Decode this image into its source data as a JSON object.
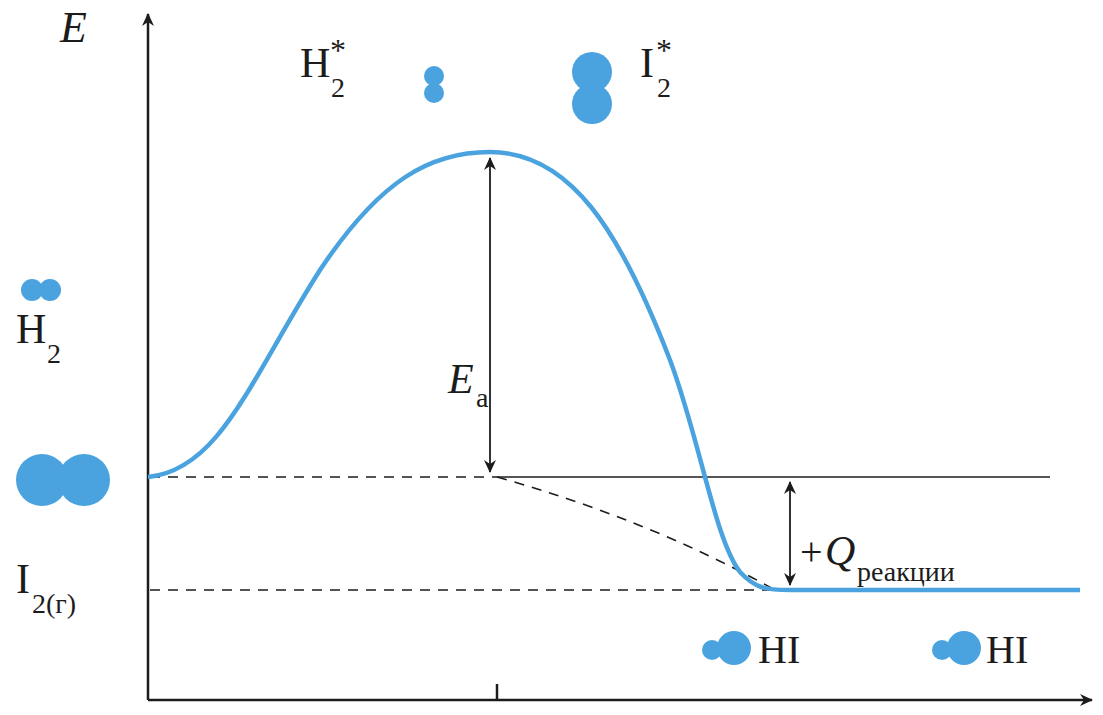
{
  "diagram": {
    "labels": [
      "E",
      "H",
      "2",
      "*",
      "I",
      "2",
      "*",
      "H",
      "2",
      "I",
      "2(г)",
      "E",
      "a",
      "+",
      "Q",
      "реакции",
      "HI",
      "HI"
    ]
  }
}
